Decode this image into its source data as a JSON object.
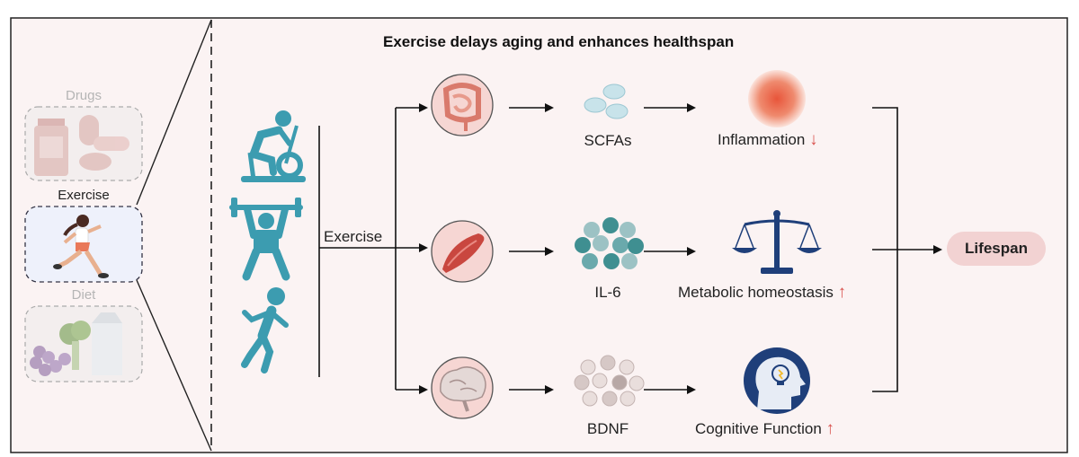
{
  "title": "Exercise delays aging and enhances healthspan",
  "side_panel": {
    "drugs_label": "Drugs",
    "exercise_label": "Exercise",
    "diet_label": "Diet"
  },
  "center_label": "Exercise",
  "pathways": [
    {
      "organ_icon": "intestine-icon",
      "molecule": "SCFAs",
      "effect": "Inflammation",
      "direction": "↓"
    },
    {
      "organ_icon": "muscle-icon",
      "molecule": "IL-6",
      "effect": "Metabolic homeostasis",
      "direction": "↑"
    },
    {
      "organ_icon": "brain-icon",
      "molecule": "BDNF",
      "effect": "Cognitive Function",
      "direction": "↑"
    }
  ],
  "outcome": "Lifespan",
  "colors": {
    "panel_bg": "#fbf3f3",
    "teal": "#3c9cb0",
    "red_arrow": "#d9534f",
    "lifespan_bg": "#f2d2d2",
    "scale_blue": "#1f3f7a"
  }
}
